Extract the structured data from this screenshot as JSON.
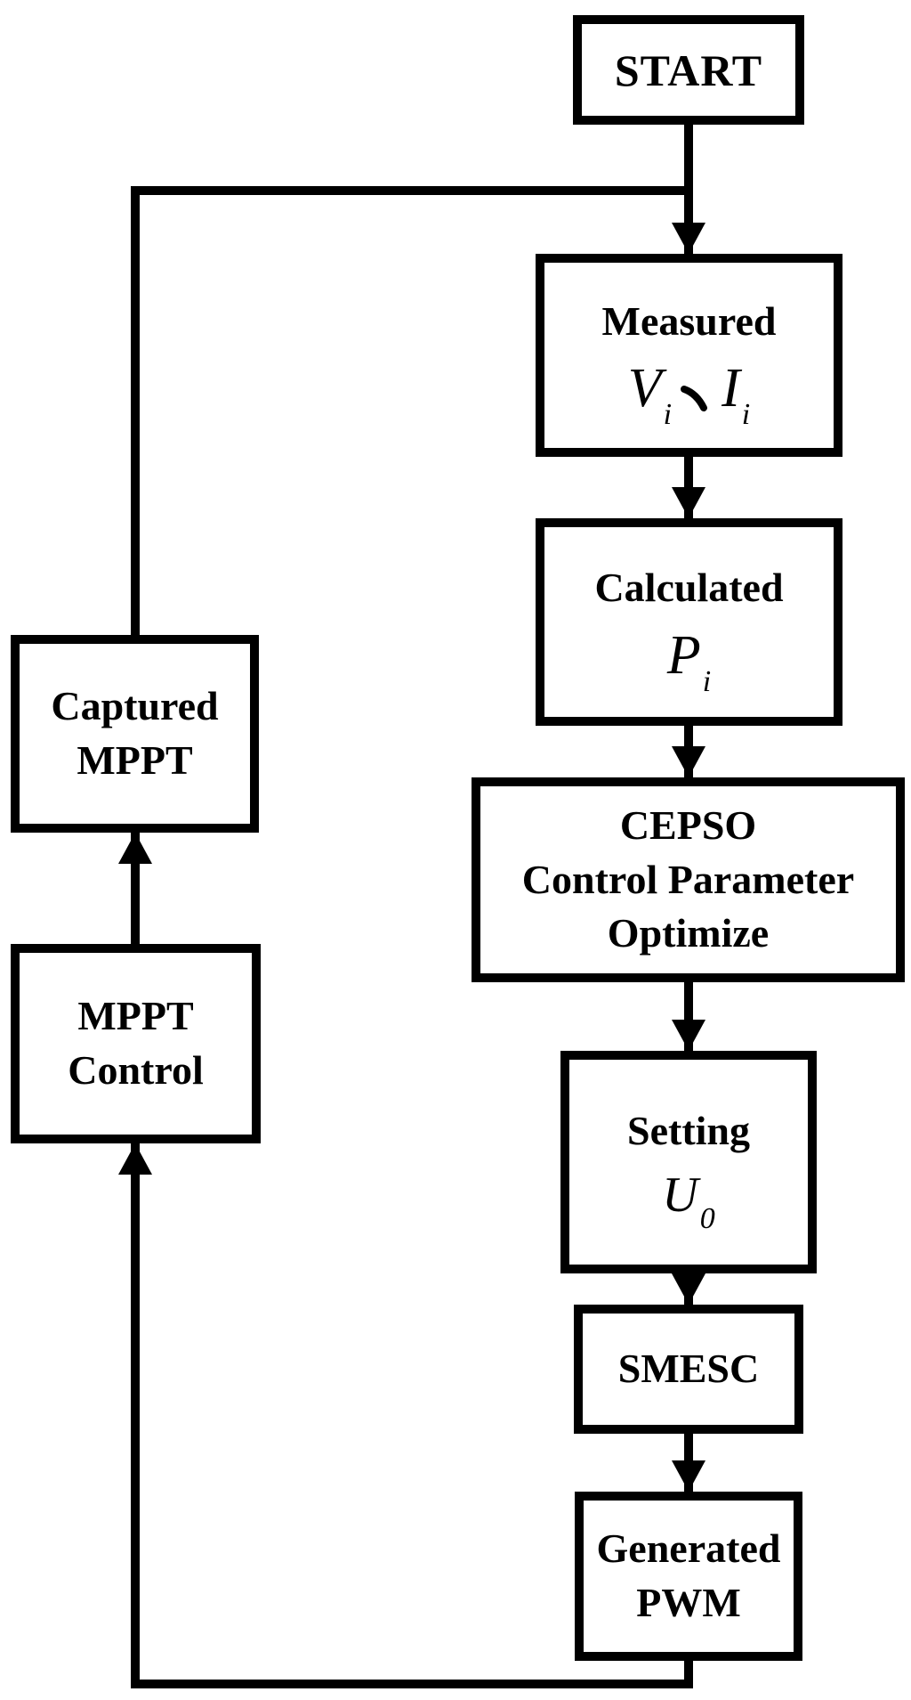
{
  "palette": {
    "ink": "#000000",
    "paper": "#ffffff"
  },
  "flowchart": {
    "nodes": {
      "start": {
        "label": "START"
      },
      "measured": {
        "label": "Measured",
        "formula": {
          "var_1": "V",
          "sub_1": "i",
          "separator": "、",
          "var_2": "I",
          "sub_2": "i"
        }
      },
      "calculated": {
        "label": "Calculated",
        "formula": {
          "var_1": "P",
          "sub_1": "i"
        }
      },
      "cepso": {
        "lines": [
          "CEPSO",
          "Control Parameter",
          "Optimize"
        ]
      },
      "setting": {
        "label": "Setting",
        "formula": {
          "var_1": "U",
          "sub_1": "0"
        }
      },
      "smesc": {
        "label": "SMESC"
      },
      "generated_pwm": {
        "lines": [
          "Generated",
          "PWM"
        ]
      },
      "captured_mppt": {
        "lines": [
          "Captured",
          "MPPT"
        ]
      },
      "mppt_control": {
        "lines": [
          "MPPT",
          "Control"
        ]
      }
    },
    "edges": [
      {
        "from": "start",
        "to": "measured"
      },
      {
        "from": "measured",
        "to": "calculated"
      },
      {
        "from": "calculated",
        "to": "cepso"
      },
      {
        "from": "cepso",
        "to": "setting"
      },
      {
        "from": "setting",
        "to": "smesc"
      },
      {
        "from": "smesc",
        "to": "generated_pwm"
      },
      {
        "from": "generated_pwm",
        "to": "mppt_control"
      },
      {
        "from": "mppt_control",
        "to": "captured_mppt"
      },
      {
        "from": "captured_mppt",
        "to": "measured"
      }
    ]
  }
}
